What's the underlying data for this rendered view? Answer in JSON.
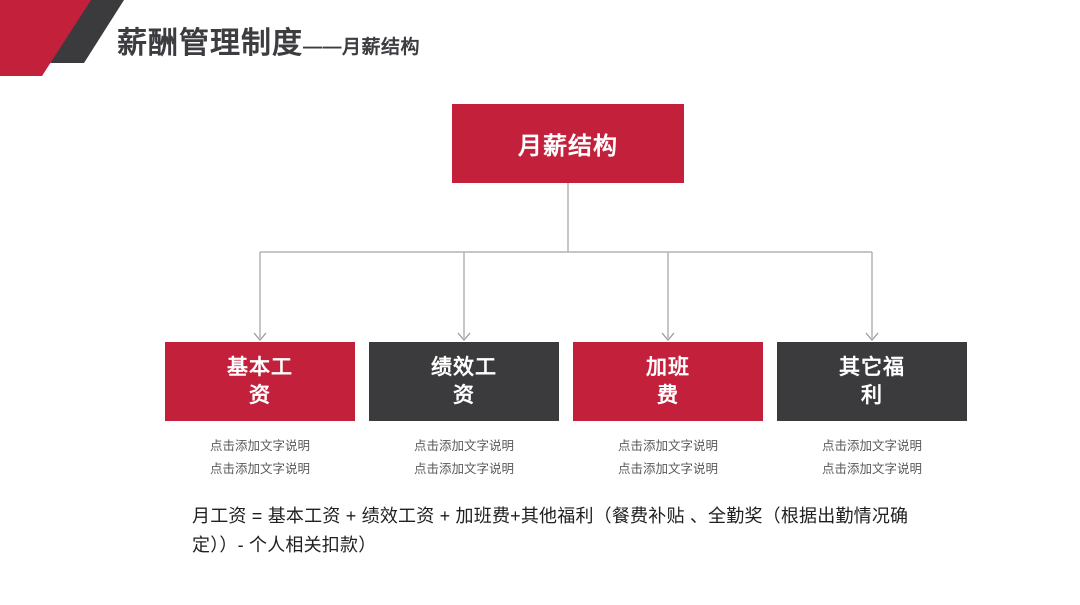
{
  "header": {
    "title": "薪酬管理制度",
    "subtitle": "——月薪结构"
  },
  "org_chart": {
    "root": {
      "label": "月薪结构",
      "color": "red"
    },
    "children": [
      {
        "label": "基本工\n资",
        "color": "red",
        "captions": [
          "点击添加文字说明",
          "点击添加文字说明"
        ]
      },
      {
        "label": "绩效工\n资",
        "color": "dark",
        "captions": [
          "点击添加文字说明",
          "点击添加文字说明"
        ]
      },
      {
        "label": "加班\n费",
        "color": "red",
        "captions": [
          "点击添加文字说明",
          "点击添加文字说明"
        ]
      },
      {
        "label": "其它福\n利",
        "color": "dark",
        "captions": [
          "点击添加文字说明",
          "点击添加文字说明"
        ]
      }
    ]
  },
  "formula": {
    "text": "月工资 = 基本工资 + 绩效工资 + 加班费+其他福利（餐费补贴 、全勤奖（根据出勤情况确\n定））- 个人相关扣款）"
  },
  "colors": {
    "red": "#c2203b",
    "dark": "#3b3b3d",
    "connector": "#b3b3b3",
    "arrowhead": "#9a9a9a",
    "caption_text": "#595959",
    "header_text": "#3d3d41",
    "formula_text": "#202020"
  }
}
